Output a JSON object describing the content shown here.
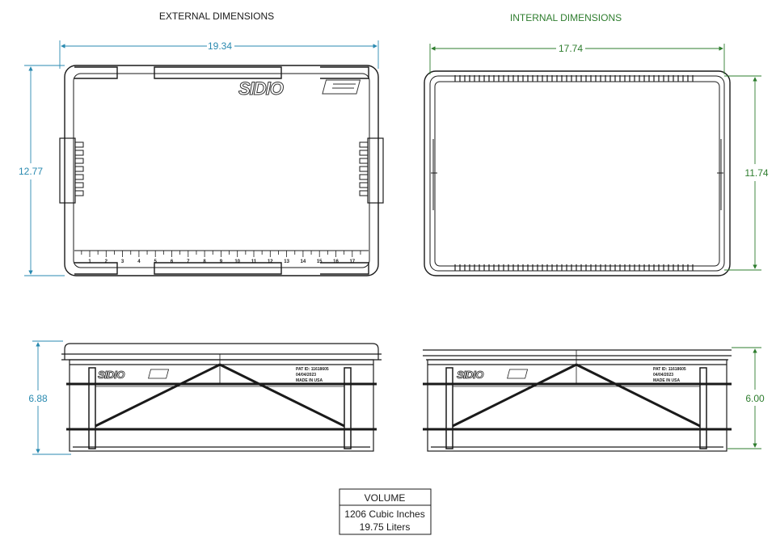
{
  "external": {
    "title": "EXTERNAL DIMENSIONS",
    "width": "19.34",
    "depth": "12.77",
    "height": "6.88",
    "ruler_ticks": [
      "1",
      "2",
      "3",
      "4",
      "5",
      "6",
      "7",
      "8",
      "9",
      "10",
      "11",
      "12",
      "13",
      "14",
      "15",
      "16",
      "17"
    ]
  },
  "internal": {
    "title": "INTERNAL DIMENSIONS",
    "width": "17.74",
    "depth": "11.74",
    "height": "6.00"
  },
  "brand": {
    "logo": "SIDIO"
  },
  "side_marking": {
    "pat": "PAT ID: 11618605",
    "date": "04/04/2023",
    "made": "MADE IN USA"
  },
  "volume": {
    "header": "VOLUME",
    "cubic_inches": "1206 Cubic Inches",
    "liters": "19.75 Liters"
  },
  "colors": {
    "external_dim": "#2a8ab0",
    "internal_dim": "#2e7d2e",
    "line": "#1a1a1a"
  }
}
